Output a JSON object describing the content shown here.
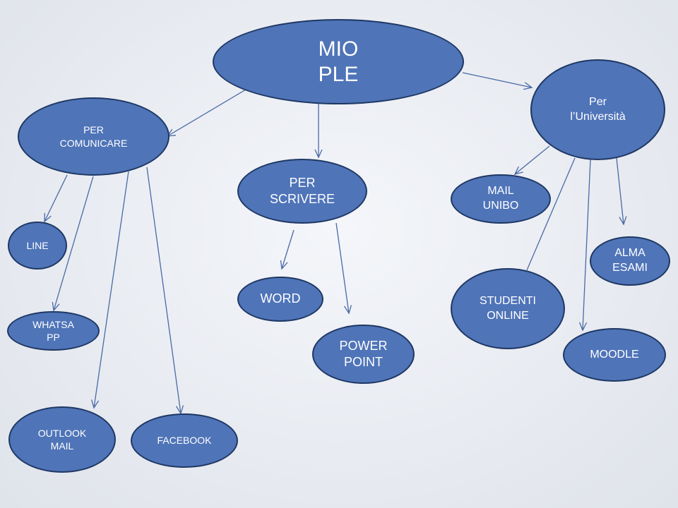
{
  "diagram": {
    "colors": {
      "node_fill": "#4f74b8",
      "node_border": "#1f3864",
      "arrow": "#4a6aa5"
    },
    "nodes": {
      "root": {
        "line1": "MIO",
        "line2": "PLE"
      },
      "comunicare": {
        "line1": "PER",
        "line2": "COMUNICARE"
      },
      "scrivere": {
        "line1": "PER",
        "line2": "SCRIVERE"
      },
      "universita": {
        "line1": "Per",
        "line2": "l’Università"
      },
      "line": {
        "line1": "LINE"
      },
      "whatsapp": {
        "line1": "WHATSA",
        "line2": "PP"
      },
      "outlook": {
        "line1": "OUTLOOK",
        "line2": "MAIL"
      },
      "facebook": {
        "line1": "FACEBOOK"
      },
      "word": {
        "line1": "WORD"
      },
      "powerpoint": {
        "line1": "POWER",
        "line2": "POINT"
      },
      "mailunibo": {
        "line1": "MAIL",
        "line2": "UNIBO"
      },
      "almaesami": {
        "line1": "ALMA",
        "line2": "ESAMI"
      },
      "studenti": {
        "line1": "STUDENTI",
        "line2": "ONLINE"
      },
      "moodle": {
        "line1": "MOODLE"
      }
    }
  }
}
